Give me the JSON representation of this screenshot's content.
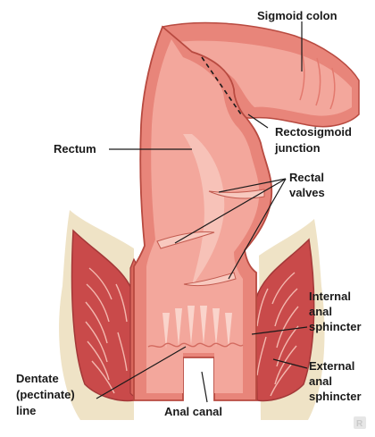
{
  "labels": {
    "sigmoid_colon": "Sigmoid colon",
    "rectosigmoid_1": "Rectosigmoid",
    "rectosigmoid_2": "junction",
    "rectum": "Rectum",
    "rectal_valves_1": "Rectal",
    "rectal_valves_2": "valves",
    "internal_1": "Internal",
    "internal_2": "anal",
    "internal_3": "sphincter",
    "external_1": "External",
    "external_2": "anal",
    "external_3": "sphincter",
    "dentate_1": "Dentate",
    "dentate_2": "(pectinate)",
    "dentate_3": "line",
    "anal_canal": "Anal canal"
  },
  "watermark": "R",
  "colors": {
    "tissue_outer": "#e8857a",
    "tissue_inner": "#f3a79c",
    "tissue_light": "#f8c9bf",
    "muscle": "#c94a4a",
    "muscle_dark": "#a33838",
    "fat": "#efe3c6",
    "outline": "#b84a40"
  }
}
